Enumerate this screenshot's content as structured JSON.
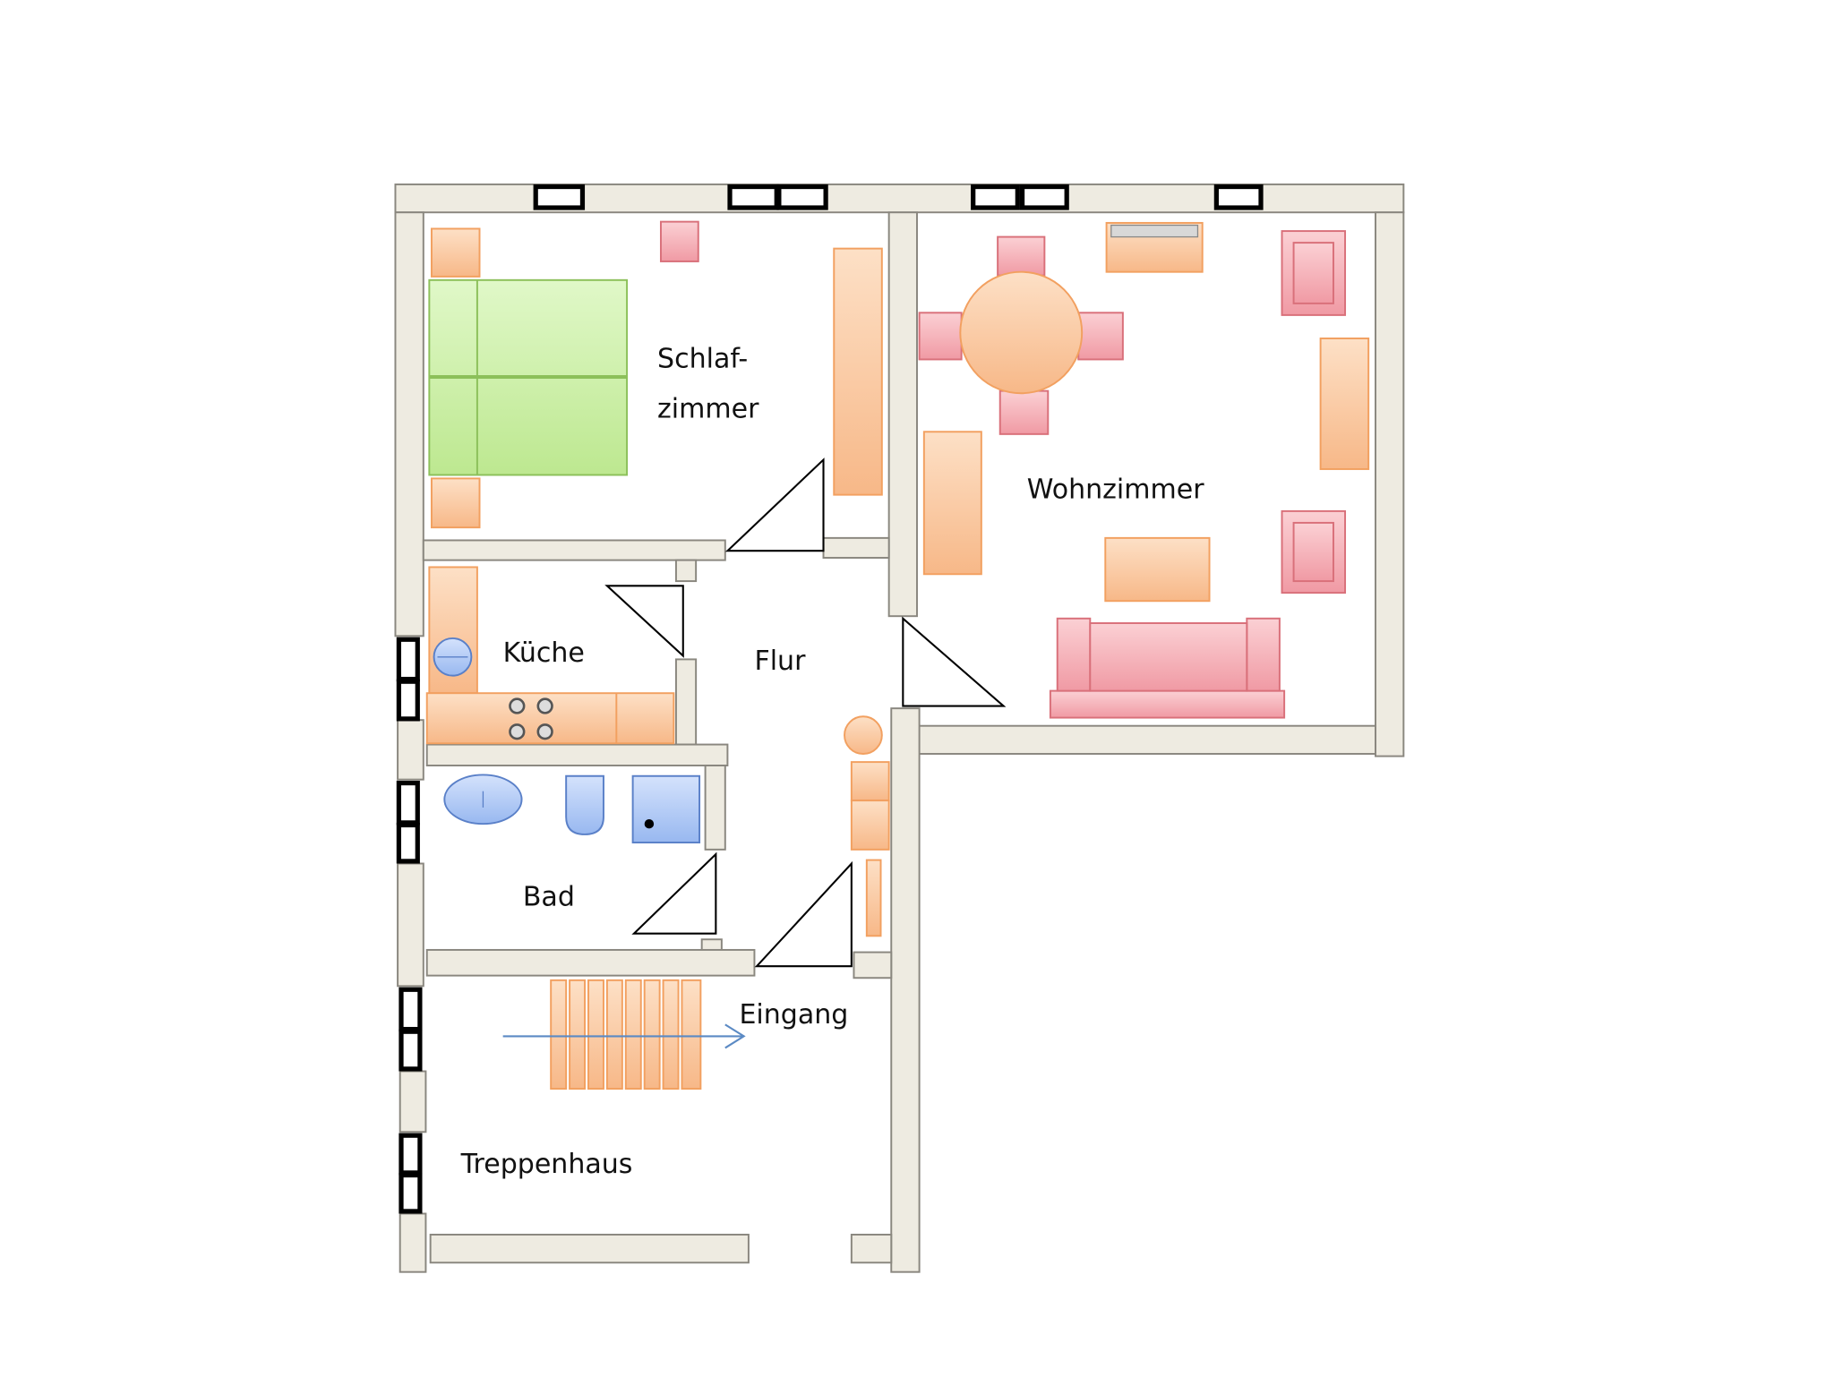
{
  "rooms": {
    "schlafzimmer_line1": "Schlaf-",
    "schlafzimmer_line2": "zimmer",
    "wohnzimmer": "Wohnzimmer",
    "kueche": "Küche",
    "flur": "Flur",
    "bad": "Bad",
    "eingang": "Eingang",
    "treppenhaus": "Treppenhaus"
  },
  "colors": {
    "wall": "#eeebe1",
    "furniture_orange": "#f8c49a",
    "furniture_pink": "#f4a8b0",
    "bed_green": "#c8eea0",
    "sanitary_blue": "#a8c4f4",
    "arrow": "#5b8ac4"
  }
}
